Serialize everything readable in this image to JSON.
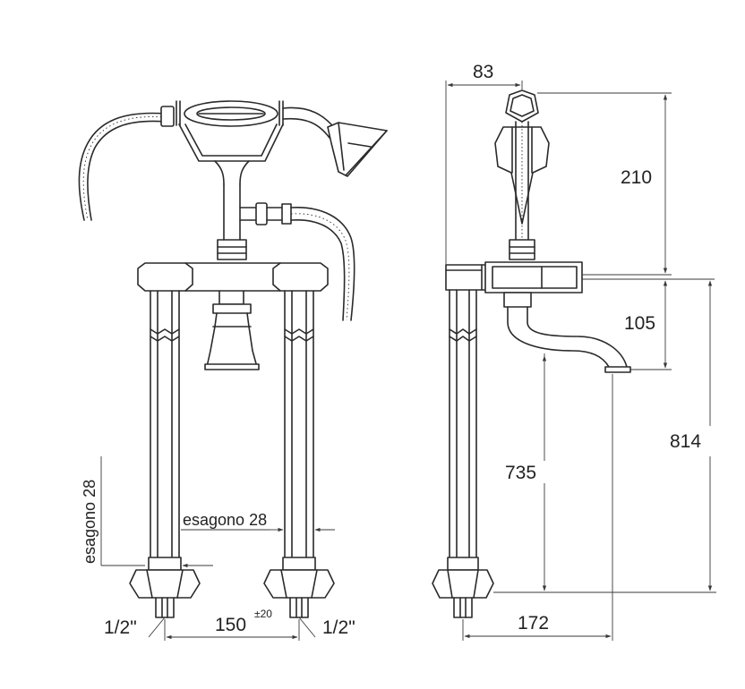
{
  "front_view": {
    "labels": {
      "hex_vertical": "esagono 28",
      "hex_horizontal": "esagono 28",
      "pipe_left": "1/2\"",
      "pipe_right": "1/2\"",
      "spacing": "150",
      "spacing_tolerance": "±20"
    }
  },
  "side_view": {
    "labels": {
      "top_width": "83",
      "handset_height": "210",
      "spout_drop": "105",
      "spout_height": "735",
      "total_height": "814",
      "spout_reach": "172"
    }
  },
  "colors": {
    "line": "#2a2a2a",
    "background": "#ffffff"
  }
}
